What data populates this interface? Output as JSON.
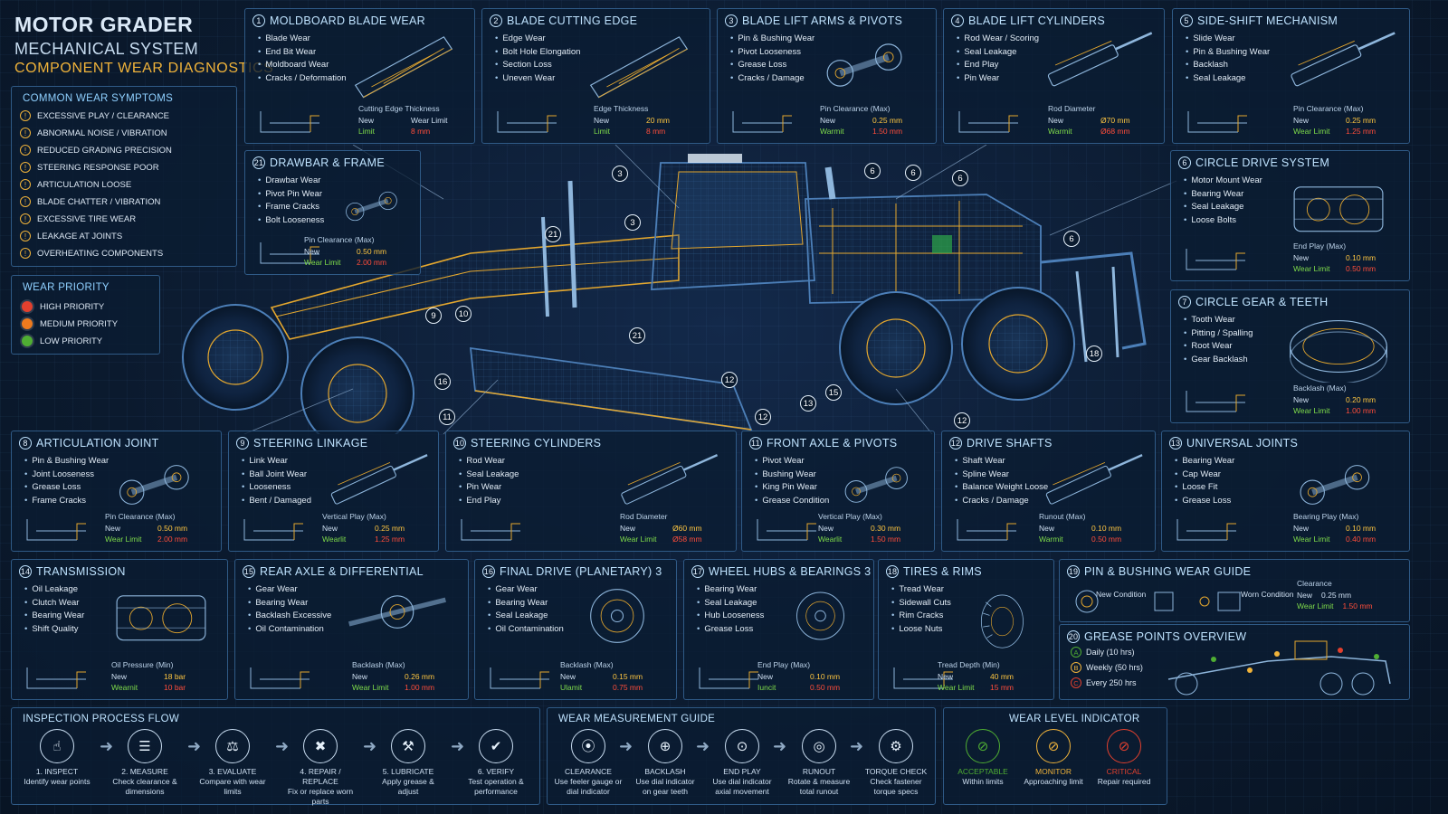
{
  "header": {
    "title1": "MOTOR GRADER",
    "title2": "MECHANICAL SYSTEM",
    "title3": "COMPONENT WEAR DIAGNOSTICS"
  },
  "symptoms": {
    "title": "COMMON WEAR SYMPTOMS",
    "items": [
      "EXCESSIVE PLAY / CLEARANCE",
      "ABNORMAL NOISE / VIBRATION",
      "REDUCED GRADING PRECISION",
      "STEERING RESPONSE POOR",
      "ARTICULATION LOOSE",
      "BLADE CHATTER / VIBRATION",
      "EXCESSIVE TIRE WEAR",
      "LEAKAGE AT JOINTS",
      "OVERHEATING COMPONENTS"
    ]
  },
  "priority": {
    "title": "WEAR PRIORITY",
    "items": [
      {
        "label": "HIGH PRIORITY",
        "color": "#e2402e"
      },
      {
        "label": "MEDIUM PRIORITY",
        "color": "#ee7a1e"
      },
      {
        "label": "LOW PRIORITY",
        "color": "#4fae33"
      }
    ]
  },
  "panels": {
    "p1": {
      "num": "1",
      "title": "MOLDBOARD BLADE WEAR",
      "items": [
        "Blade Wear",
        "End Bit Wear",
        "Moldboard Wear",
        "Cracks / Deformation"
      ],
      "spec_label": "Cutting Edge Thickness",
      "k1": "New",
      "v1": "",
      "k2": "Limit",
      "v2": "8 mm",
      "wl": "Wear Limit"
    },
    "p2": {
      "num": "2",
      "title": "BLADE CUTTING EDGE",
      "items": [
        "Edge Wear",
        "Bolt Hole Elongation",
        "Section Loss",
        "Uneven Wear"
      ],
      "spec_label": "Edge Thickness",
      "k1": "New",
      "v1": "20 mm",
      "k2": "Limit",
      "v2": "8 mm"
    },
    "p3": {
      "num": "3",
      "title": "BLADE LIFT ARMS & PIVOTS",
      "items": [
        "Pin & Bushing Wear",
        "Pivot Looseness",
        "Grease Loss",
        "Cracks / Damage"
      ],
      "spec_label": "Pin Clearance (Max)",
      "k1": "New",
      "v1": "0.25 mm",
      "k2": "Warmit",
      "v2": "1.50 mm"
    },
    "p4": {
      "num": "4",
      "title": "BLADE LIFT CYLINDERS",
      "items": [
        "Rod Wear / Scoring",
        "Seal Leakage",
        "End Play",
        "Pin Wear"
      ],
      "spec_label": "Rod Diameter",
      "k1": "New",
      "v1": "Ø70 mm",
      "k2": "Warmit",
      "v2": "Ø68 mm"
    },
    "p5": {
      "num": "5",
      "title": "SIDE-SHIFT MECHANISM",
      "items": [
        "Slide Wear",
        "Pin & Bushing Wear",
        "Backlash",
        "Seal Leakage"
      ],
      "spec_label": "Pin Clearance (Max)",
      "k1": "New",
      "v1": "0.25 mm",
      "k2": "Wear Limit",
      "v2": "1.25 mm"
    },
    "p21": {
      "num": "21",
      "title": "DRAWBAR & FRAME",
      "items": [
        "Drawbar Wear",
        "Pivot Pin Wear",
        "Frame Cracks",
        "Bolt Looseness"
      ],
      "spec_label": "Pin Clearance (Max)",
      "k1": "New",
      "v1": "0.50 mm",
      "k2": "Wear Limit",
      "v2": "2.00 mm"
    },
    "p6": {
      "num": "6",
      "title": "CIRCLE DRIVE SYSTEM",
      "items": [
        "Motor Mount Wear",
        "Bearing Wear",
        "Seal Leakage",
        "Loose Bolts"
      ],
      "spec_label": "End Play (Max)",
      "k1": "New",
      "v1": "0.10 mm",
      "k2": "Wear Limit",
      "v2": "0.50 mm"
    },
    "p7": {
      "num": "7",
      "title": "CIRCLE GEAR & TEETH",
      "items": [
        "Tooth Wear",
        "Pitting / Spalling",
        "Root Wear",
        "Gear Backlash"
      ],
      "spec_label": "Backlash (Max)",
      "k1": "New",
      "v1": "0.20 mm",
      "k2": "Wear Limit",
      "v2": "1.00 mm"
    },
    "p8": {
      "num": "8",
      "title": "ARTICULATION JOINT",
      "items": [
        "Pin & Bushing Wear",
        "Joint Looseness",
        "Grease Loss",
        "Frame Cracks"
      ],
      "spec_label": "Pin Clearance (Max)",
      "k1": "New",
      "v1": "0.50 mm",
      "k2": "Wear Limit",
      "v2": "2.00 mm"
    },
    "p9": {
      "num": "9",
      "title": "STEERING LINKAGE",
      "items": [
        "Link Wear",
        "Ball Joint Wear",
        "Looseness",
        "Bent / Damaged"
      ],
      "spec_label": "Vertical Play (Max)",
      "k1": "New",
      "v1": "0.25 mm",
      "k2": "Wearlit",
      "v2": "1.25 mm"
    },
    "p10": {
      "num": "10",
      "title": "STEERING CYLINDERS",
      "items": [
        "Rod Wear",
        "Seal Leakage",
        "Pin Wear",
        "End Play"
      ],
      "spec_label": "Rod Diameter",
      "k1": "New",
      "v1": "Ø60 mm",
      "k2": "Wear Limit",
      "v2": "Ø58 mm"
    },
    "p11": {
      "num": "11",
      "title": "FRONT AXLE & PIVOTS",
      "items": [
        "Pivot Wear",
        "Bushing Wear",
        "King Pin Wear",
        "Grease Condition"
      ],
      "spec_label": "Vertical Play (Max)",
      "k1": "New",
      "v1": "0.30 mm",
      "k2": "Wearlit",
      "v2": "1.50 mm"
    },
    "p12": {
      "num": "12",
      "title": "DRIVE SHAFTS",
      "items": [
        "Shaft Wear",
        "Spline Wear",
        "Balance Weight Loose",
        "Cracks / Damage"
      ],
      "spec_label": "Runout (Max)",
      "k1": "New",
      "v1": "0.10 mm",
      "k2": "Warmit",
      "v2": "0.50 mm"
    },
    "p13": {
      "num": "13",
      "title": "UNIVERSAL JOINTS",
      "items": [
        "Bearing Wear",
        "Cap Wear",
        "Loose Fit",
        "Grease Loss"
      ],
      "spec_label": "Bearing Play (Max)",
      "k1": "New",
      "v1": "0.10 mm",
      "k2": "Wear Limit",
      "v2": "0.40 mm"
    },
    "p14": {
      "num": "14",
      "title": "TRANSMISSION",
      "items": [
        "Oil Leakage",
        "Clutch Wear",
        "Bearing Wear",
        "Shift Quality"
      ],
      "spec_label": "Oil Pressure (Min)",
      "k1": "New",
      "v1": "18 bar",
      "k2": "Wearnit",
      "v2": "10 bar"
    },
    "p15": {
      "num": "15",
      "title": "REAR AXLE & DIFFERENTIAL",
      "items": [
        "Gear Wear",
        "Bearing Wear",
        "Backlash Excessive",
        "Oil Contamination"
      ],
      "spec_label": "Backlash (Max)",
      "k1": "New",
      "v1": "0.26 mm",
      "k2": "Wear Limit",
      "v2": "1.00 mm"
    },
    "p16": {
      "num": "16",
      "title": "FINAL DRIVE (PLANETARY) 3",
      "items": [
        "Gear Wear",
        "Bearing Wear",
        "Seal Leakage",
        "Oil Contamination"
      ],
      "spec_label": "Backlash (Max)",
      "k1": "New",
      "v1": "0.15 mm",
      "k2": "Ulamit",
      "v2": "0.75 mm"
    },
    "p17": {
      "num": "17",
      "title": "WHEEL HUBS & BEARINGS 3",
      "items": [
        "Bearing Wear",
        "Seal Leakage",
        "Hub Looseness",
        "Grease Loss"
      ],
      "spec_label": "End Play (Max)",
      "k1": "New",
      "v1": "0.10 mm",
      "k2": "Iuncit",
      "v2": "0.50 mm"
    },
    "p18": {
      "num": "18",
      "title": "TIRES & RIMS",
      "items": [
        "Tread Wear",
        "Sidewall Cuts",
        "Rim Cracks",
        "Loose Nuts"
      ],
      "spec_label": "Tread Depth (Min)",
      "k1": "New",
      "v1": "40 mm",
      "k2": "Wear Limit",
      "v2": "15 mm"
    },
    "p19": {
      "num": "19",
      "title": "PIN & BUSHING WEAR GUIDE",
      "new_label": "New Condition",
      "worn_label": "Worn Condition",
      "spec_label": "Clearance",
      "k1": "New",
      "v1": "0.25 mm",
      "k2": "Wear Limit",
      "v2": "1.50 mm"
    },
    "p20": {
      "num": "20",
      "title": "GREASE POINTS OVERVIEW",
      "items": [
        {
          "mark": "A",
          "label": "Daily (10 hrs)",
          "color": "#4fae33"
        },
        {
          "mark": "B",
          "label": "Weekly (50 hrs)",
          "color": "#f0b33a"
        },
        {
          "mark": "C",
          "label": "Every 250 hrs",
          "color": "#e2402e"
        }
      ]
    }
  },
  "callouts": [
    "3",
    "3",
    "21",
    "6",
    "6",
    "6",
    "6",
    "9",
    "10",
    "21",
    "16",
    "11",
    "12",
    "12",
    "13",
    "15",
    "18",
    "12"
  ],
  "flow": {
    "title": "INSPECTION PROCESS FLOW",
    "steps": [
      {
        "t": "1. INSPECT",
        "d": "Identify wear points",
        "icon": "inspect-icon"
      },
      {
        "t": "2. MEASURE",
        "d": "Check clearance & dimensions",
        "icon": "measure-icon"
      },
      {
        "t": "3. EVALUATE",
        "d": "Compare with wear limits",
        "icon": "evaluate-icon"
      },
      {
        "t": "4. REPAIR / REPLACE",
        "d": "Fix or replace worn parts",
        "icon": "wrench-icon"
      },
      {
        "t": "5. LUBRICATE",
        "d": "Apply grease & adjust",
        "icon": "grease-gun-icon"
      },
      {
        "t": "6. VERIFY",
        "d": "Test operation & performance",
        "icon": "checkmark-icon"
      }
    ]
  },
  "measure": {
    "title": "WEAR MEASUREMENT GUIDE",
    "steps": [
      {
        "t": "CLEARANCE",
        "d": "Use feeler gauge or dial indicator"
      },
      {
        "t": "BACKLASH",
        "d": "Use dial indicator on gear teeth"
      },
      {
        "t": "END PLAY",
        "d": "Use dial indicator axial movement"
      },
      {
        "t": "RUNOUT",
        "d": "Rotate & measure total runout"
      },
      {
        "t": "TORQUE CHECK",
        "d": "Check fastener torque specs"
      }
    ]
  },
  "level": {
    "title": "WEAR LEVEL INDICATOR",
    "items": [
      {
        "t": "ACCEPTABLE",
        "d": "Within limits",
        "color": "#4fae33"
      },
      {
        "t": "MONITOR",
        "d": "Approaching limit",
        "color": "#f0b33a"
      },
      {
        "t": "CRITICAL",
        "d": "Repair required",
        "color": "#e2402e"
      }
    ]
  }
}
